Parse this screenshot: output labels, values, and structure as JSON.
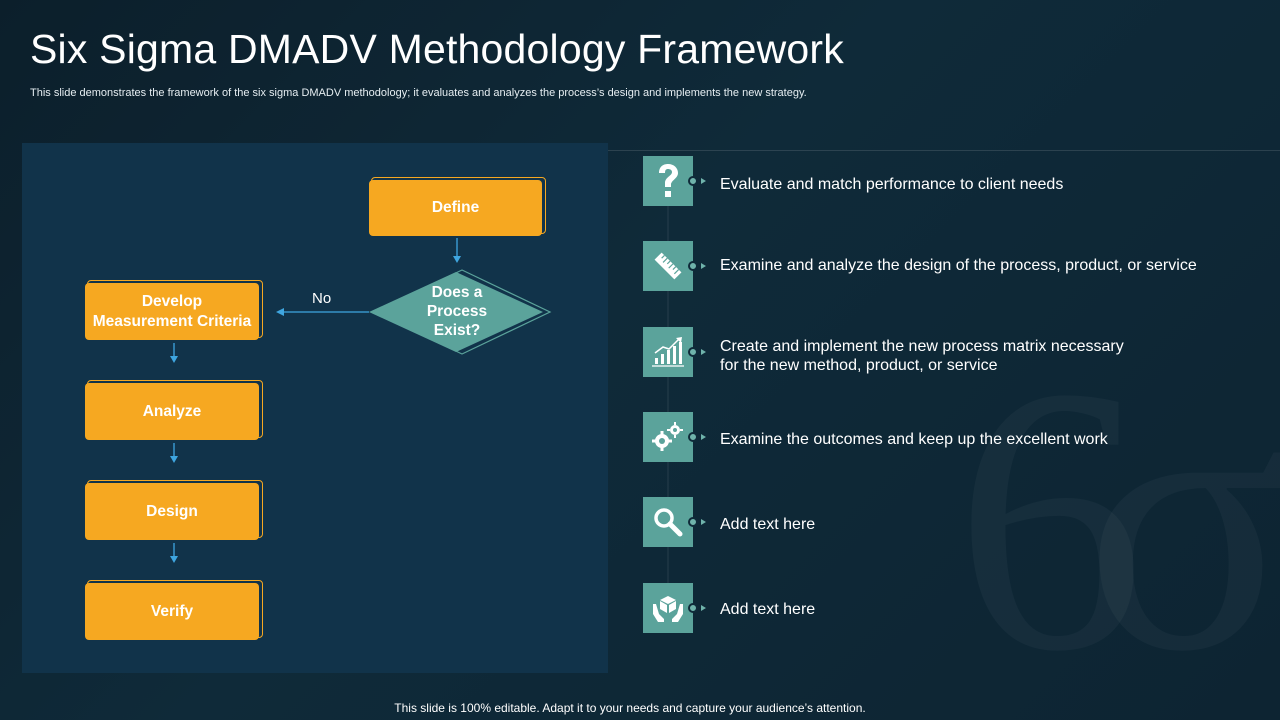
{
  "header": {
    "title": "Six Sigma DMADV Methodology Framework",
    "subtitle": "This slide demonstrates the framework of the six sigma DMADV methodology; it evaluates and analyzes the process’s design and implements the new strategy."
  },
  "watermark": "6σ",
  "flowchart": {
    "define": "Define",
    "decision": "Does a Process Exist?",
    "decision_no": "No",
    "develop": "Develop Measurement Criteria",
    "analyze": "Analyze",
    "design": "Design",
    "verify": "Verify"
  },
  "steps": [
    {
      "icon": "question-mark-icon",
      "text": "Evaluate and match performance to client needs"
    },
    {
      "icon": "ruler-icon",
      "text": "Examine and analyze  the design of the process, product, or service"
    },
    {
      "icon": "growth-chart-icon",
      "text": "Create and implement the new process matrix necessary\nfor the new method, product, or service"
    },
    {
      "icon": "gears-icon",
      "text": "Examine the outcomes and keep up the excellent work"
    },
    {
      "icon": "magnifier-icon",
      "text": "Add text here"
    },
    {
      "icon": "hands-box-icon",
      "text": "Add text here"
    }
  ],
  "footer": "This slide is 100% editable. Adapt it to your needs and capture your audience’s attention.",
  "colors": {
    "background": "#0f2a39",
    "panel": "#11334a",
    "box": "#f6a821",
    "diamond": "#5ba39b",
    "icon_tile": "#5ba39b",
    "arrow": "#3fa6e0"
  }
}
